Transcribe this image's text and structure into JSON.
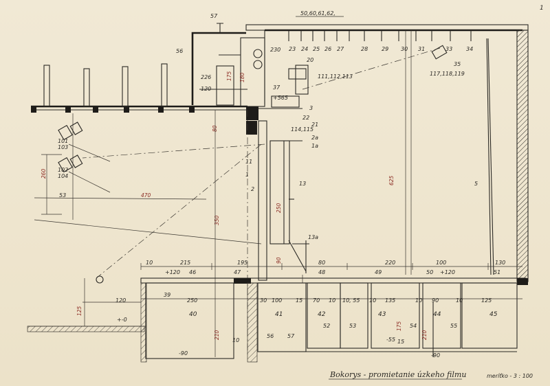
{
  "sheet_number": "1",
  "caption": "Bokorys - promietanie úzkeho filmu",
  "scale": "meríťko - 3 : 100",
  "labels": {
    "top_refs": "50,60,61,62,",
    "n57": "57",
    "n56": "56",
    "n230": "230",
    "n226": "226",
    "n120": "120",
    "n175": "175",
    "n180": "180",
    "n20": "20",
    "n111": "111,112,113",
    "n37": "37",
    "n565": "+565",
    "n3": "3",
    "n22": "22",
    "n21": "21",
    "n114": "114,115",
    "n2a": "2a",
    "n1a": "1a",
    "n11": "11",
    "n1": "1",
    "n2": "2",
    "n13": "13",
    "n13a": "13a",
    "n5": "5",
    "n625": "625",
    "n250v": "250",
    "n350": "350",
    "n80v": "80",
    "n90v": "90",
    "n101": "101",
    "n103": "103",
    "n102": "102",
    "n104": "104",
    "n260": "260",
    "n53": "53",
    "n470": "470",
    "n23": "23",
    "n24": "24",
    "n25": "25",
    "n26": "26",
    "n27": "27",
    "n28": "28",
    "n29": "29",
    "n30": "30",
    "n31": "31",
    "n33": "33",
    "n34": "34",
    "n35": "35",
    "n117": "117,118,119",
    "d10a": "10",
    "d215": "215",
    "d195": "195",
    "d80": "80",
    "d220": "220",
    "d100": "100",
    "d130": "130",
    "d50": "50",
    "p120a": "+120",
    "p120b": "+120",
    "n46": "46",
    "n47": "47",
    "n48": "48",
    "n49": "49",
    "n51": "51",
    "n39": "39",
    "d120": "120",
    "d250": "250",
    "d125": "125",
    "m0": "+-0",
    "n40": "40",
    "d30": "30",
    "d100b": "100",
    "d15": "15",
    "d70": "70",
    "d10b": "10",
    "d1055": "10, 55",
    "d10c": "10",
    "d135": "135",
    "d10d": "10",
    "d90": "90",
    "d10e": "10",
    "d125b": "125",
    "n41": "41",
    "n42": "42",
    "n43": "43",
    "n44": "44",
    "n45": "45",
    "n52": "52",
    "n53b": "53",
    "n54": "54",
    "n55": "55",
    "d175": "175",
    "d210a": "210",
    "d210b": "210",
    "m55": "-55",
    "d15b": "15",
    "n10": "10",
    "n56b": "56",
    "n57b": "57",
    "m90a": "-90",
    "m90b": "-90"
  }
}
